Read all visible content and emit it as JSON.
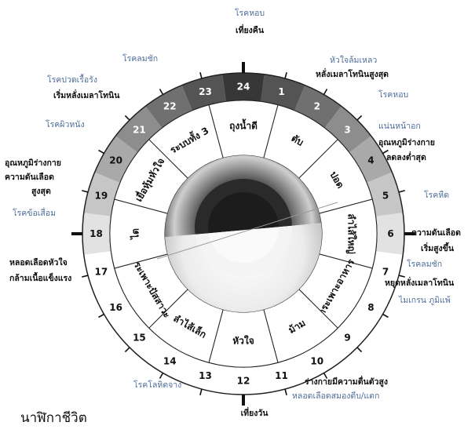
{
  "title": "นาฬิกาชีวิต",
  "colors": {
    "dark_band": "#3a3a3a",
    "light_band": "#ffffff",
    "line": "#222222",
    "text_blue": "#4d6d9a",
    "text_dark": "#111111"
  },
  "hours": [
    "12",
    "11",
    "10",
    "9",
    "8",
    "7",
    "6",
    "5",
    "4",
    "3",
    "2",
    "1",
    "24",
    "23",
    "22",
    "21",
    "20",
    "19",
    "18",
    "17",
    "16",
    "15",
    "14",
    "13"
  ],
  "organs": [
    "ถุงน้ำดี",
    "ตับ",
    "ปอด",
    "ลำไส้ใหญ่",
    "กระเพาะอาหาร",
    "ม้าม",
    "หัวใจ",
    "ลำไส้เล็ก",
    "กระเพาะปัสสาวะ",
    "ไต",
    "เยื่อหุ้มหัวใจ",
    "ระบบทั้ง 3"
  ],
  "annotations": [
    {
      "text": "โรคหอบ",
      "style": "blue"
    },
    {
      "text": "เที่ยงคืน",
      "style": "dark"
    },
    {
      "text": "หัวใจล้มเหลว",
      "style": "blue"
    },
    {
      "text": "หลั่งเมลาโทนินสูงสุด",
      "style": "dark"
    },
    {
      "text": "โรคหอบ",
      "style": "blue"
    },
    {
      "text": "แน่นหน้าอก",
      "style": "blue"
    },
    {
      "text": "อุณหภูมิร่างกาย",
      "style": "dark"
    },
    {
      "text": "ลดลงต่ำสุด",
      "style": "dark"
    },
    {
      "text": "โรคหืด",
      "style": "blue"
    },
    {
      "text": "ความดันเลือด",
      "style": "dark"
    },
    {
      "text": "เริ่มสูงขึ้น",
      "style": "dark"
    },
    {
      "text": "โรคลมชัก",
      "style": "blue"
    },
    {
      "text": "หยุดหลั่งเมลาโทนิน",
      "style": "dark"
    },
    {
      "text": "ไมเกรน ภูมิแพ้",
      "style": "blue"
    },
    {
      "text": "ร่างกายมีความตื่นตัวสูง",
      "style": "dark"
    },
    {
      "text": "หลอดเลือดสมองตีบ/แตก",
      "style": "blue"
    },
    {
      "text": "เที่ยงวัน",
      "style": "dark"
    },
    {
      "text": "โรคโลหิตจาง",
      "style": "blue"
    },
    {
      "text": "หลอดเลือดหัวใจ",
      "style": "dark"
    },
    {
      "text": "กล้ามเนื้อแข็งแรง",
      "style": "dark"
    },
    {
      "text": "โรคข้อเสื่อม",
      "style": "blue"
    },
    {
      "text": "อุณหภูมิร่างกาย",
      "style": "dark"
    },
    {
      "text": "ความดันเลือด",
      "style": "dark"
    },
    {
      "text": "สูงสุด",
      "style": "dark"
    },
    {
      "text": "โรคผิวหนัง",
      "style": "blue"
    },
    {
      "text": "โรคปวดเรื้อรัง",
      "style": "blue"
    },
    {
      "text": "เริ่มหลั่งเมลาโทนิน",
      "style": "dark"
    },
    {
      "text": "โรคลมชัก",
      "style": "blue"
    }
  ]
}
